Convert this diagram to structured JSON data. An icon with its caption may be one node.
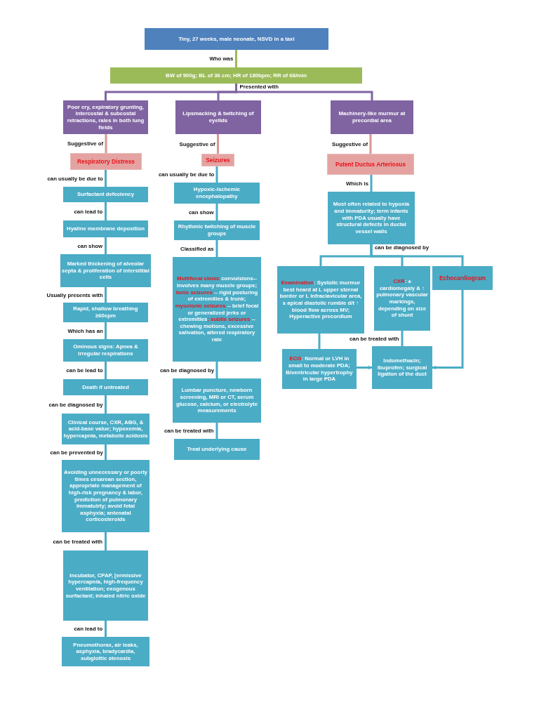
{
  "diagram": {
    "nodes": [
      {
        "text": [
          "Tiny, 27 weeks, male neonate, NSVD in a taxi"
        ]
      },
      {
        "text": [
          "BW of 900g; BL of 36 cm; HR of 180bpm; RR of 68/min"
        ]
      },
      {
        "text": [
          "Poor cry, expiratory grunting, intercostal & subcostal retractions, rales in both lung fields"
        ]
      },
      {
        "text": [
          "Lipsmacking & twitching of eyelids"
        ]
      },
      {
        "text": [
          "Machinery-like murmur at precordial area"
        ]
      },
      {
        "text": [
          "Respiratory Distress"
        ]
      },
      {
        "text": [
          "Seizures"
        ]
      },
      {
        "text": [
          "Patent Ductus Arteriosus"
        ]
      },
      {
        "text": [
          "Surfactant defeciency"
        ]
      },
      {
        "text": [
          "Hyaline membrane deposition"
        ]
      },
      {
        "text": [
          "Marked thickening of alveolar septa & proliferation of interstitial cells"
        ]
      },
      {
        "text": [
          "Rapid, shallow breathing ≥60cpm"
        ]
      },
      {
        "text": [
          "Ominous signs: Apnea & irregular respirations"
        ]
      },
      {
        "text": [
          "Death if untreated"
        ]
      },
      {
        "text": [
          "Clinical course, CXR, ABG, & acid-base value; hypoxemia, hypercapnia, metabolic acidosis"
        ]
      },
      {
        "text": [
          "Avoiding unnecessary or poorly times cesarean section, appropriate management of high-risk pregnancy & labor, prediction of pulmonary immatuirty; avoid fetal asphyxia; antenatal corticosteroids"
        ]
      },
      {
        "text": [
          "Incubator, CPAP, [ermissive hypercapnia, high-frequency ventilation; exogenous surfactant; inhaled nitric oxide"
        ]
      },
      {
        "text": [
          "Pneumothorax, air leaks, asphyxia, bradycardia, subglottic stenosis"
        ]
      },
      {
        "text": [
          "Hypoxic-ischemic encephalopathy"
        ]
      },
      {
        "text": [
          "Rhythmic twitching of muscle groups"
        ]
      },
      {
        "text": [
          "**Multifocal clonic** convulsions-- involves many muscle groups; **tonic seizures** -- rigid posturing of extremities & trunk; **myoclonic seizures** -- brief focal or generalized jerks or extremities**; subtle seizures** -- chewing motions, excessive salivation, altered respiratory rate"
        ]
      },
      {
        "text": [
          "Lumbar puncture, newborn screening, MRI or CT, serum glucose, calcium, or electrolyte measurements"
        ]
      },
      {
        "text": [
          "Treat underlying cause"
        ]
      },
      {
        "text": [
          "Most often related to hypoxia and immaturity; term infants with PDA usually have structural defects in ductal vessel walls"
        ]
      },
      {
        "text": [
          "**Examination**: Systolic murmur best heard at L upper sternal border or L infraclavicular area, ± apical diastolic rumble d/t ↑ blood flow across MV; Hyperactive precordium"
        ]
      },
      {
        "text": [
          "**CXR**: ± cardiomegaly & ↑ pulmonary vascular markings, depending on size of shunt"
        ]
      },
      {
        "text": [
          "Echocardiogram"
        ]
      },
      {
        "text": [
          "**ECG**: Normal or LVH in small to moderate PDA; Biventricular hypertrophy in large PDA"
        ]
      },
      {
        "text": [
          "Indomethacin; Ibuprofen; surgical ligation of the duct"
        ]
      }
    ],
    "edges": [
      {
        "from": 0,
        "to": 1,
        "arrow": "none",
        "label": "Who was",
        "color": "#9bbb59"
      },
      {
        "from": 1,
        "to": 2,
        "arrow": "none",
        "label": "Presented with",
        "color": "#8064a2"
      },
      {
        "from": 1,
        "to": 3,
        "arrow": "none",
        "color": "#8064a2"
      },
      {
        "from": 1,
        "to": 4,
        "arrow": "none",
        "color": "#8064a2"
      },
      {
        "from": 2,
        "to": 5,
        "arrow": "none",
        "label": "Suggestive of",
        "color": "#d99694"
      },
      {
        "from": 5,
        "to": 8,
        "arrow": "none",
        "label": "can usually be due to"
      },
      {
        "from": 8,
        "to": 9,
        "arrow": "none",
        "label": "can lead to"
      },
      {
        "from": 9,
        "to": 10,
        "arrow": "none",
        "label": "can show"
      },
      {
        "from": 10,
        "to": 11,
        "arrow": "none",
        "label": "Usually presents with"
      },
      {
        "from": 11,
        "to": 12,
        "arrow": "none",
        "label": "Which has an"
      },
      {
        "from": 12,
        "to": 13,
        "arrow": "none",
        "label": "can be lead to"
      },
      {
        "from": 13,
        "to": 14,
        "arrow": "none",
        "label": "can be diagnosed by"
      },
      {
        "from": 14,
        "to": 15,
        "arrow": "none",
        "label": "can be prevented by"
      },
      {
        "from": 15,
        "to": 16,
        "arrow": "none",
        "label": "can be treated with"
      },
      {
        "from": 16,
        "to": 17,
        "arrow": "none",
        "label": "can lead to"
      },
      {
        "from": 3,
        "to": 6,
        "arrow": "none",
        "label": "Suggestive of",
        "color": "#d99694"
      },
      {
        "from": 6,
        "to": 18,
        "arrow": "none",
        "label": "can usually be due to"
      },
      {
        "from": 18,
        "to": 19,
        "arrow": "none",
        "label": "can show"
      },
      {
        "from": 19,
        "to": 20,
        "arrow": "none",
        "label": "Classified as"
      },
      {
        "from": 20,
        "to": 21,
        "arrow": "none",
        "label": "can be diagnosed by"
      },
      {
        "from": 21,
        "to": 22,
        "arrow": "none",
        "label": "can be treated with"
      },
      {
        "from": 4,
        "to": 7,
        "arrow": "none",
        "label": "Suggestive of",
        "color": "#d99694"
      },
      {
        "from": 7,
        "to": 23,
        "arrow": "none",
        "label": "Which is"
      },
      {
        "from": 23,
        "to": 24,
        "arrow": "none",
        "label": "can be diagnosed by"
      },
      {
        "from": 23,
        "to": 25,
        "arrow": "none"
      },
      {
        "from": 23,
        "to": 26,
        "arrow": "none"
      },
      {
        "from": 24,
        "to": 27,
        "arrow": "none"
      },
      {
        "from": 25,
        "to": 28,
        "arrow": "none",
        "label": "can be treated with"
      },
      {
        "from": 27,
        "to": 28,
        "arrow": "to"
      },
      {
        "from": 26,
        "to": 28,
        "arrow": "to"
      }
    ]
  }
}
